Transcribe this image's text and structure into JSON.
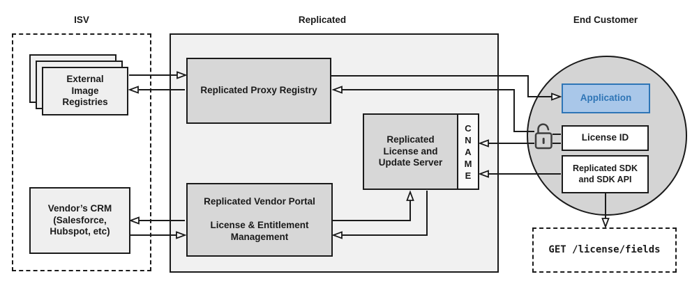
{
  "labels": {
    "isv": "ISV",
    "replicated": "Replicated",
    "end_customer": "End Customer"
  },
  "nodes": {
    "registries": "External\nImage\nRegistries",
    "proxy": "Replicated Proxy Registry",
    "license_server": "Replicated\nLicense and\nUpdate Server",
    "cname": "C\nN\nA\nM\nE",
    "vendor_portal": "Replicated Vendor Portal\n\nLicense & Entitlement\nManagement",
    "crm": "Vendor’s CRM\n(Salesforce,\nHubspot, etc)",
    "application": "Application",
    "license_id": "License ID",
    "sdk": "Replicated SDK\nand SDK API",
    "get_request": "GET /license/fields"
  },
  "icons": {
    "unlock_icon": "unlocked-padlock"
  },
  "colors": {
    "line": "#1a1a1a",
    "replicated_container_fill": "#f1f1f1",
    "inner_node_fill": "#d7d7d7",
    "isv_node_fill": "#efefef",
    "customer_circle_fill": "#d4d4d4",
    "application_fill": "#a9c7e9",
    "application_accent": "#2e75b6"
  }
}
